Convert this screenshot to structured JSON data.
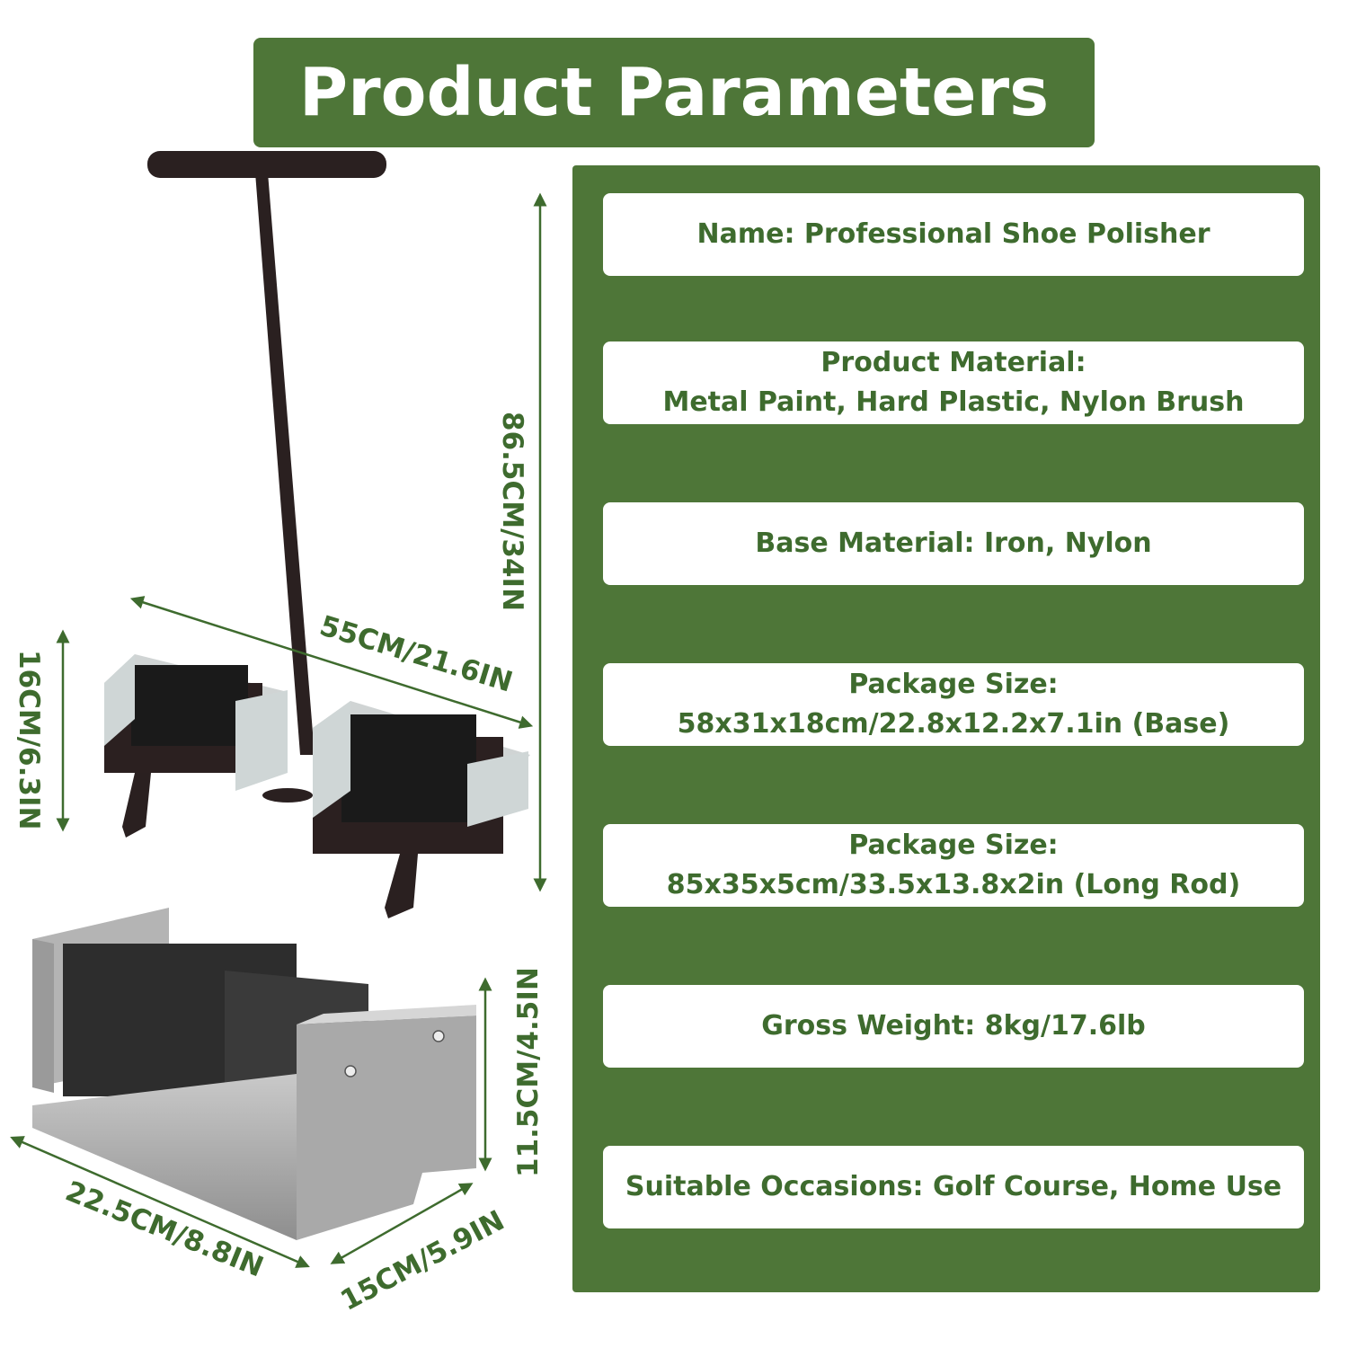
{
  "title": "Product Parameters",
  "parameters": [
    {
      "line1": "Name: Professional Shoe Polisher",
      "line2": ""
    },
    {
      "line1": "Product Material:",
      "line2": "Metal Paint, Hard Plastic, Nylon Brush"
    },
    {
      "line1": "Base Material: Iron, Nylon",
      "line2": ""
    },
    {
      "line1": "Package Size:",
      "line2": "58x31x18cm/22.8x12.2x7.1in (Base)"
    },
    {
      "line1": "Package Size:",
      "line2": "85x35x5cm/33.5x13.8x2in (Long Rod)"
    },
    {
      "line1": "Gross Weight: 8kg/17.6lb",
      "line2": ""
    },
    {
      "line1": "Suitable Occasions: Golf Course, Home Use",
      "line2": ""
    }
  ],
  "dimensions": {
    "height_total": "86.5CM/34IN",
    "length_base": "55CM/21.6IN",
    "height_base": "16CM/6.3IN",
    "height_unit": "11.5CM/4.5IN",
    "length_unit": "22.5CM/8.8IN",
    "width_unit": "15CM/5.9IN"
  },
  "colors": {
    "accent": "#4e7638",
    "text": "#3e6b2e",
    "card": "#ffffff"
  }
}
